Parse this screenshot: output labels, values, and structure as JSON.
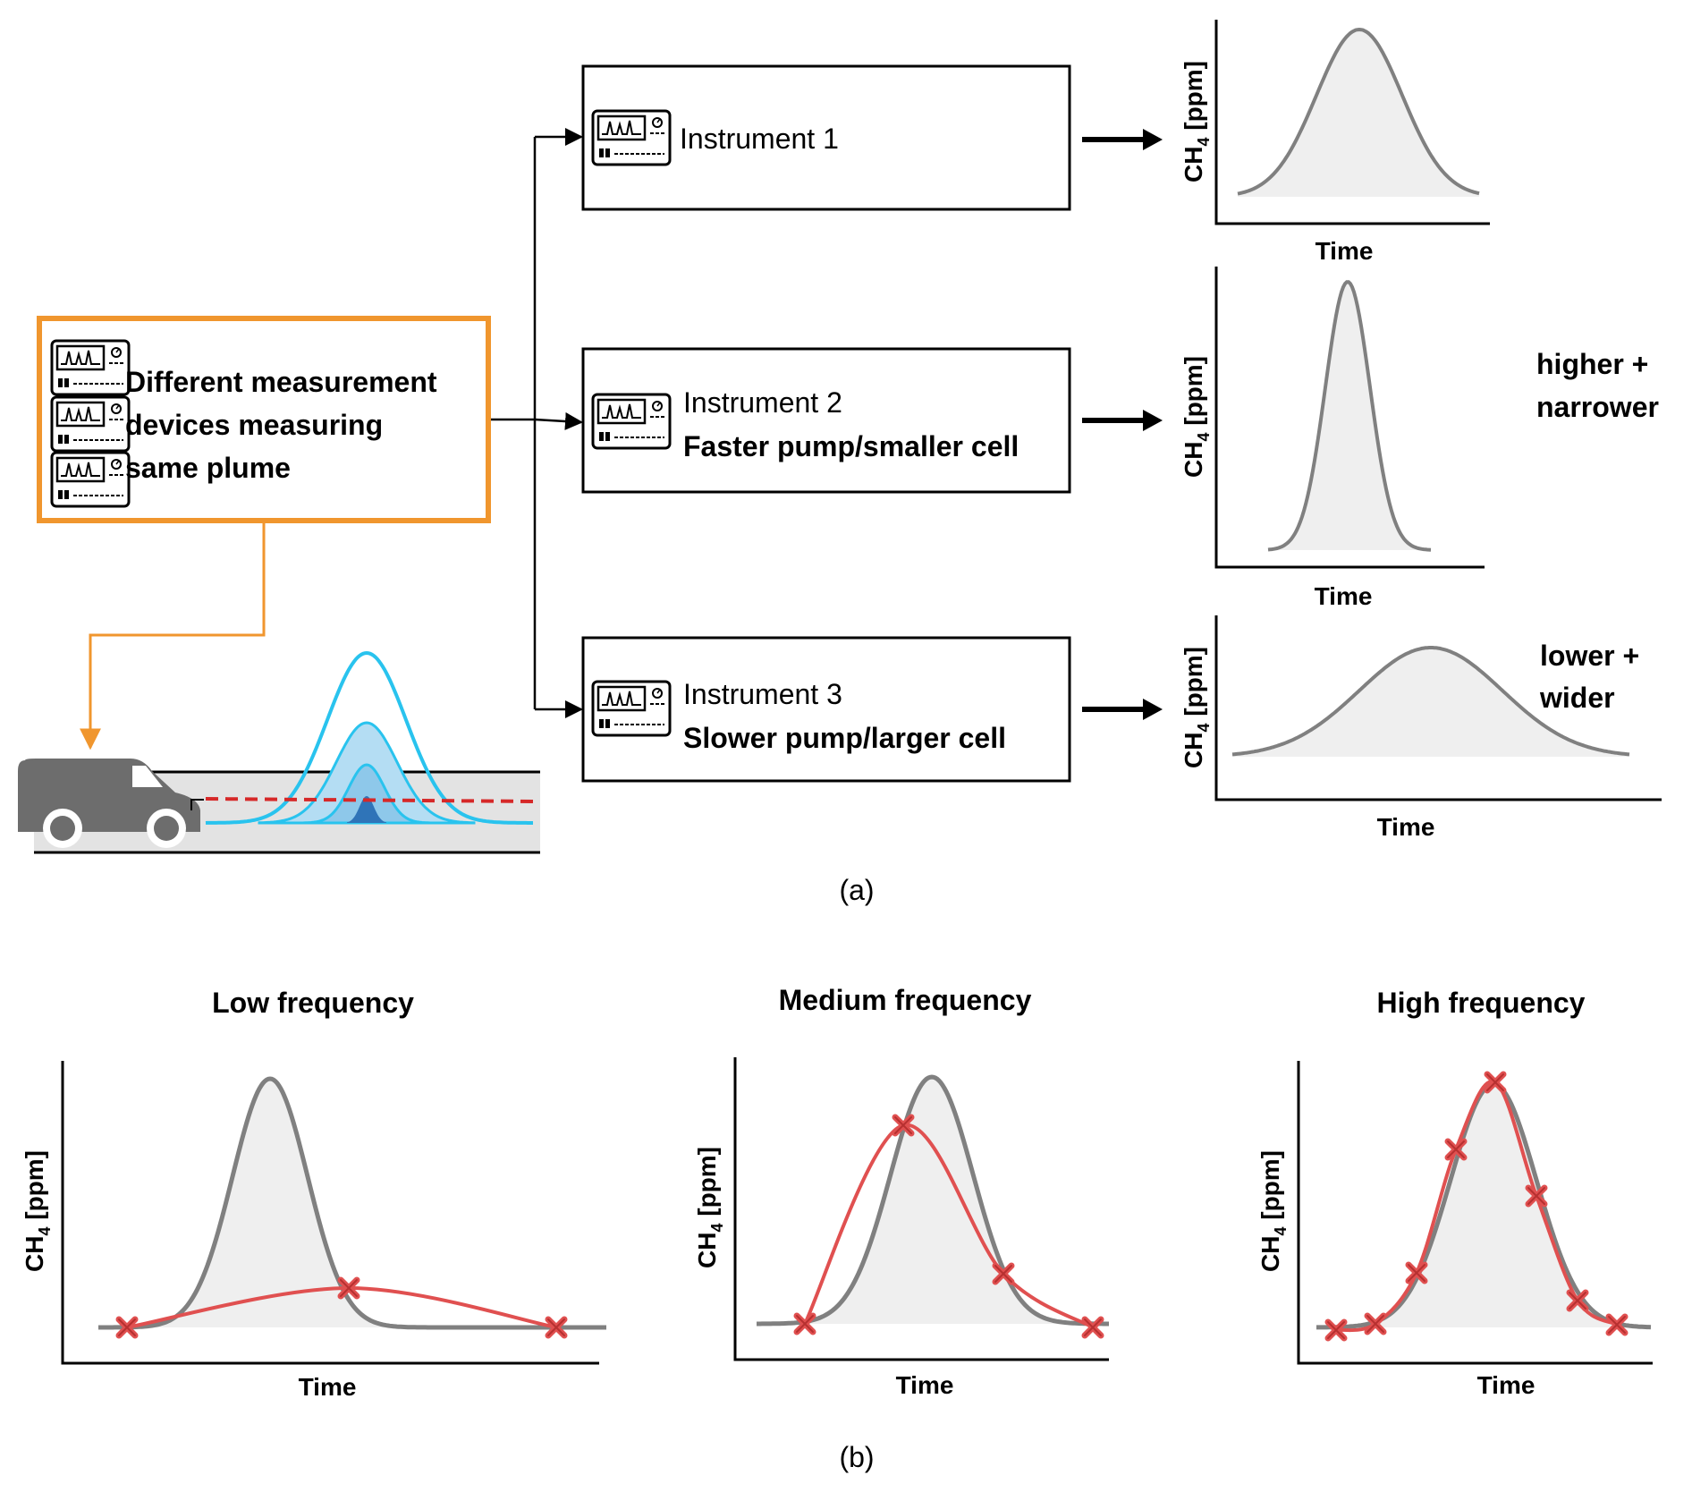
{
  "panel_a": {
    "source_box": {
      "line1": "Different measurement",
      "line2": "devices measuring",
      "line3": "same plume"
    },
    "instruments": [
      {
        "name": "Instrument 1",
        "detail": ""
      },
      {
        "name": "Instrument 2",
        "detail": "Faster pump/smaller cell"
      },
      {
        "name": "Instrument 3",
        "detail": "Slower pump/larger cell"
      }
    ],
    "signal_plots": [
      {
        "ylabel_main": "CH",
        "ylabel_sub": "4",
        "ylabel_unit": " [ppm]",
        "xlabel": "Time",
        "note_line1": "",
        "note_line2": ""
      },
      {
        "ylabel_main": "CH",
        "ylabel_sub": "4",
        "ylabel_unit": " [ppm]",
        "xlabel": "Time",
        "note_line1": "higher +",
        "note_line2": "narrower"
      },
      {
        "ylabel_main": "CH",
        "ylabel_sub": "4",
        "ylabel_unit": " [ppm]",
        "xlabel": "Time",
        "note_line1": "lower +",
        "note_line2": "wider"
      }
    ],
    "caption": "(a)"
  },
  "panel_b": {
    "plots": [
      {
        "title": "Low frequency",
        "ylabel_main": "CH",
        "ylabel_sub": "4",
        "ylabel_unit": " [ppm]",
        "xlabel": "Time"
      },
      {
        "title": "Medium frequency",
        "ylabel_main": "CH",
        "ylabel_sub": "4",
        "ylabel_unit": " [ppm]",
        "xlabel": "Time"
      },
      {
        "title": "High frequency",
        "ylabel_main": "CH",
        "ylabel_sub": "4",
        "ylabel_unit": " [ppm]",
        "xlabel": "Time"
      }
    ],
    "caption": "(b)"
  },
  "colors": {
    "orange_box": "#f0962e",
    "plume_blue": "#29c3ee",
    "curve_gray": "#808080",
    "fill_gray": "#efefef",
    "sample_red": "#e05050",
    "van_gray": "#6d6d6d",
    "road_gray": "#e3e3e3"
  },
  "icons": [
    "analyzer-icon",
    "van-icon",
    "plume-icon",
    "arrow-icon",
    "sample-marker-icon"
  ]
}
